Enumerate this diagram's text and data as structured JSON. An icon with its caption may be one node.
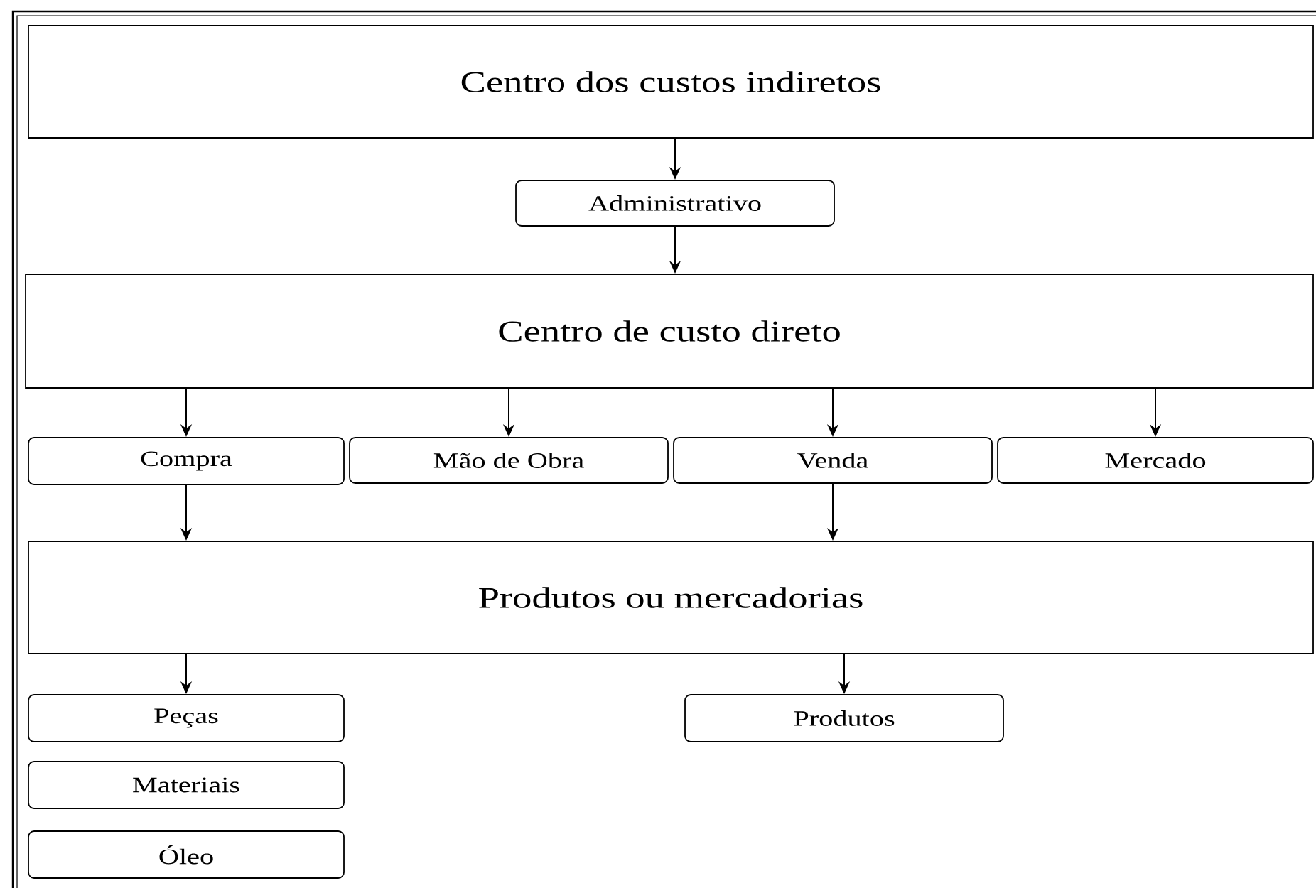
{
  "diagram": {
    "nodes": [
      {
        "text": [
          "Centro dos custos indiretos"
        ]
      },
      {
        "text": [
          "Administrativo"
        ]
      },
      {
        "text": [
          "Centro de custo direto"
        ]
      },
      {
        "text": [
          "Compra"
        ]
      },
      {
        "text": [
          "Mão de Obra"
        ]
      },
      {
        "text": [
          "Venda"
        ]
      },
      {
        "text": [
          "Mercado"
        ]
      },
      {
        "text": [
          "Produtos ou mercadorias"
        ]
      },
      {
        "text": [
          "Peças"
        ]
      },
      {
        "text": [
          "Materiais"
        ]
      },
      {
        "text": [
          "Óleo"
        ]
      },
      {
        "text": [
          "Produtos"
        ]
      }
    ],
    "edges": [
      {
        "from": 0,
        "to": 1,
        "arrow": "to"
      },
      {
        "from": 1,
        "to": 2,
        "arrow": "to"
      },
      {
        "from": 2,
        "to": 3,
        "arrow": "to"
      },
      {
        "from": 2,
        "to": 4,
        "arrow": "to"
      },
      {
        "from": 2,
        "to": 5,
        "arrow": "to"
      },
      {
        "from": 2,
        "to": 6,
        "arrow": "to"
      },
      {
        "from": 3,
        "to": 7,
        "arrow": "to"
      },
      {
        "from": 5,
        "to": 7,
        "arrow": "to"
      },
      {
        "from": 7,
        "to": 8,
        "arrow": "to"
      },
      {
        "from": 7,
        "to": 11,
        "arrow": "to"
      }
    ]
  }
}
